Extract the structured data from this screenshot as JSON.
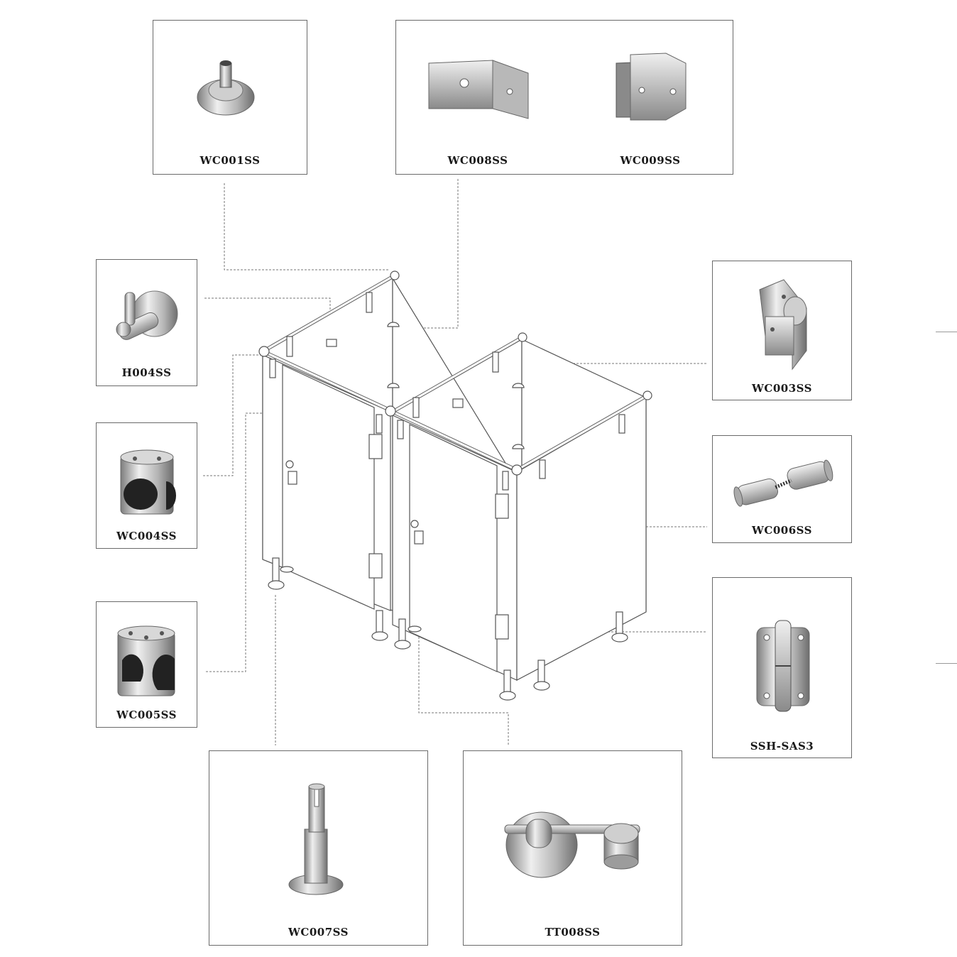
{
  "parts": [
    {
      "code": "WC001SS",
      "icon": "floor-stopper-icon"
    },
    {
      "code": "WC008SS",
      "icon": "angle-bracket-icon"
    },
    {
      "code": "WC009SS",
      "icon": "u-bracket-icon"
    },
    {
      "code": "H004SS",
      "icon": "coat-hook-icon"
    },
    {
      "code": "WC004SS",
      "icon": "pipe-connector-icon"
    },
    {
      "code": "WC005SS",
      "icon": "three-way-connector-icon"
    },
    {
      "code": "WC003SS",
      "icon": "rail-clamp-icon"
    },
    {
      "code": "WC006SS",
      "icon": "rail-coupler-icon"
    },
    {
      "code": "SSH-SAS3",
      "icon": "hinge-icon"
    },
    {
      "code": "WC007SS",
      "icon": "support-leg-icon"
    },
    {
      "code": "TT008SS",
      "icon": "door-latch-icon"
    }
  ],
  "colors": {
    "line": "#6a6a6a",
    "steel_light": "#e6e6e6",
    "steel_dark": "#8c8c8c"
  }
}
